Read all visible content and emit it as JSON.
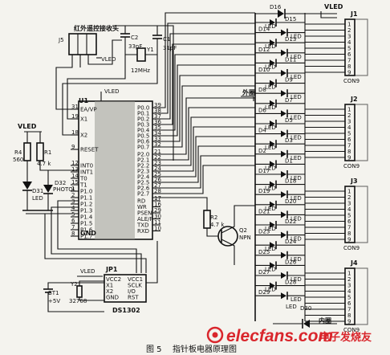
{
  "caption": {
    "figure": "图 5",
    "title": "指针板电器原理图"
  },
  "watermark": {
    "site": "elecfans.com",
    "cn": "电子发烧友"
  },
  "power": {
    "vled": "VLED",
    "plus5v": "+5V"
  },
  "ir_receiver": {
    "ref": "J5",
    "label": "红外遥控接收头"
  },
  "mcu": {
    "ref": "U1",
    "pin_labels_left": [
      "EA/VP",
      "X1",
      "X2",
      "RESET",
      "INT0",
      "INT1",
      "T0",
      "T1",
      "P1.0",
      "P1.1",
      "P1.2",
      "P1.3",
      "P1.4",
      "P1.5",
      "P1.6",
      "P1.7",
      "GND"
    ],
    "pin_labels_right": [
      "P0.0",
      "P0.1",
      "P0.2",
      "P0.3",
      "P0.4",
      "P0.5",
      "P0.6",
      "P0.7",
      "P2.0",
      "P2.1",
      "P2.2",
      "P2.3",
      "P2.4",
      "P2.5",
      "P2.6",
      "P2.7",
      "RD",
      "WR",
      "PSEN",
      "ALE/P",
      "TXD",
      "RXD"
    ],
    "pin_numbers_left": [
      "31",
      "19",
      "18",
      "9",
      "12",
      "13",
      "14",
      "15",
      "1",
      "2",
      "3",
      "4",
      "5",
      "6",
      "7",
      "8"
    ],
    "pin_numbers_right": [
      "39",
      "38",
      "37",
      "36",
      "35",
      "34",
      "33",
      "32",
      "21",
      "22",
      "23",
      "24",
      "25",
      "26",
      "27",
      "28",
      "17",
      "16",
      "29",
      "30",
      "11",
      "10"
    ]
  },
  "crystal": {
    "c1": "C1",
    "c1_val": "31pF",
    "c2": "C2",
    "c2_val": "33pF",
    "y1": "Y1",
    "y1_val": "12MHz"
  },
  "reset_circuit": {
    "r4": "R4",
    "r4_val": "560",
    "r1": "R1",
    "r1_val": "4.7 k",
    "d31": "D31",
    "d31_label": "LED",
    "d32": "D32",
    "d32_label": "PHOTOL"
  },
  "transistor": {
    "r2": "R2",
    "r2_val": "4.7 k",
    "q2": "Q2",
    "q2_type": "NPN"
  },
  "rtc": {
    "ref": "JP1",
    "chip": "DS1302",
    "pins": [
      "VCC2",
      "X1",
      "X2",
      "GND",
      "VCC1",
      "SCLK",
      "I/O",
      "RST"
    ],
    "bt1": "BT1",
    "y2": "Y2",
    "y2_val": "32768"
  },
  "connectors": {
    "names": [
      "J1",
      "J2",
      "J3",
      "J4"
    ],
    "part": "CON9",
    "pins": [
      "1",
      "2",
      "3",
      "4",
      "5",
      "6",
      "7",
      "8",
      "9"
    ]
  },
  "leds": {
    "top": "D16",
    "labels": [
      "D15",
      "D14",
      "D13",
      "D12",
      "D11",
      "D10",
      "D9",
      "D8",
      "D7",
      "D6",
      "D5",
      "D4",
      "D3",
      "D2",
      "D1",
      "D17",
      "D18",
      "D19",
      "D20",
      "D21",
      "D22",
      "D23",
      "D24",
      "D25",
      "D26",
      "D27",
      "D28",
      "D29"
    ],
    "led_text": "LED",
    "d30": "D30",
    "outer_ring": "外圈",
    "inner_ring": "内圈"
  }
}
